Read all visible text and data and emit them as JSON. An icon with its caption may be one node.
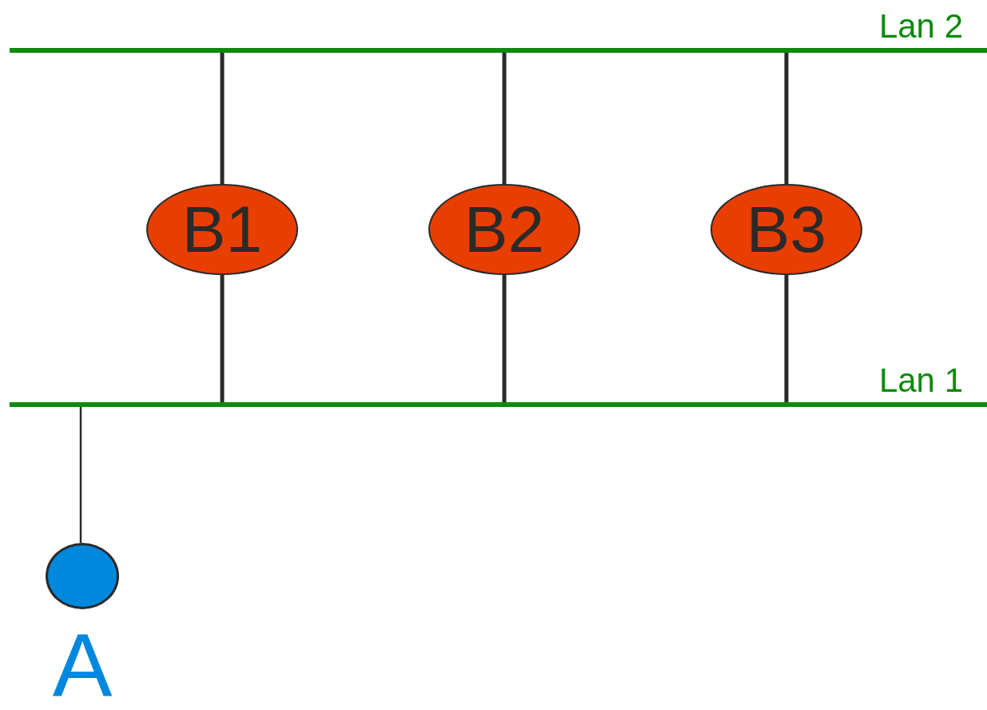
{
  "diagram": {
    "nodes": [
      {
        "text": [
          "Lan 2"
        ]
      },
      {
        "text": [
          "B1"
        ]
      },
      {
        "text": [
          "B2"
        ]
      },
      {
        "text": [
          "B3"
        ]
      },
      {
        "text": [
          "Lan 1"
        ]
      },
      {
        "text": [
          "A"
        ]
      }
    ],
    "edges": [
      {
        "from": 1,
        "to": 0,
        "arrow": "none"
      },
      {
        "from": 2,
        "to": 0,
        "arrow": "none"
      },
      {
        "from": 3,
        "to": 0,
        "arrow": "none"
      },
      {
        "from": 1,
        "to": 4,
        "arrow": "none"
      },
      {
        "from": 2,
        "to": 4,
        "arrow": "none"
      },
      {
        "from": 3,
        "to": 4,
        "arrow": "none"
      },
      {
        "from": 5,
        "to": 4,
        "arrow": "none"
      }
    ]
  }
}
